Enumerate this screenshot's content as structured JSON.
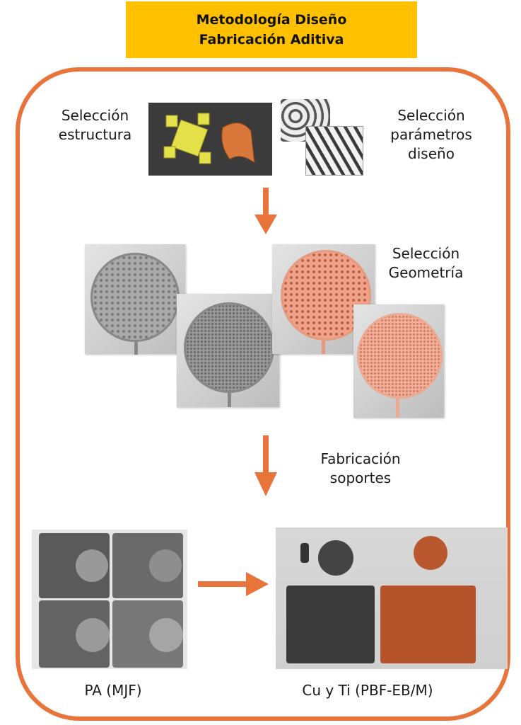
{
  "title": {
    "line1": "Metodología Diseño",
    "line2": "Fabricación Aditiva"
  },
  "steps": {
    "structure_selection": {
      "line1": "Selección",
      "line2": "estructura"
    },
    "design_params": {
      "line1": "Selección",
      "line2": "parámetros",
      "line3": "diseño"
    },
    "geometry_selection": {
      "line1": "Selección",
      "line2": "Geometría"
    },
    "support_fabrication": {
      "line1": "Fabricación",
      "line2": "soportes"
    }
  },
  "outputs": {
    "pa_label": "PA (MJF)",
    "metal_label": "Cu y Ti (PBF-EB/M)"
  },
  "colors": {
    "accent": "#E8743B",
    "title_bg": "#FFC000"
  }
}
